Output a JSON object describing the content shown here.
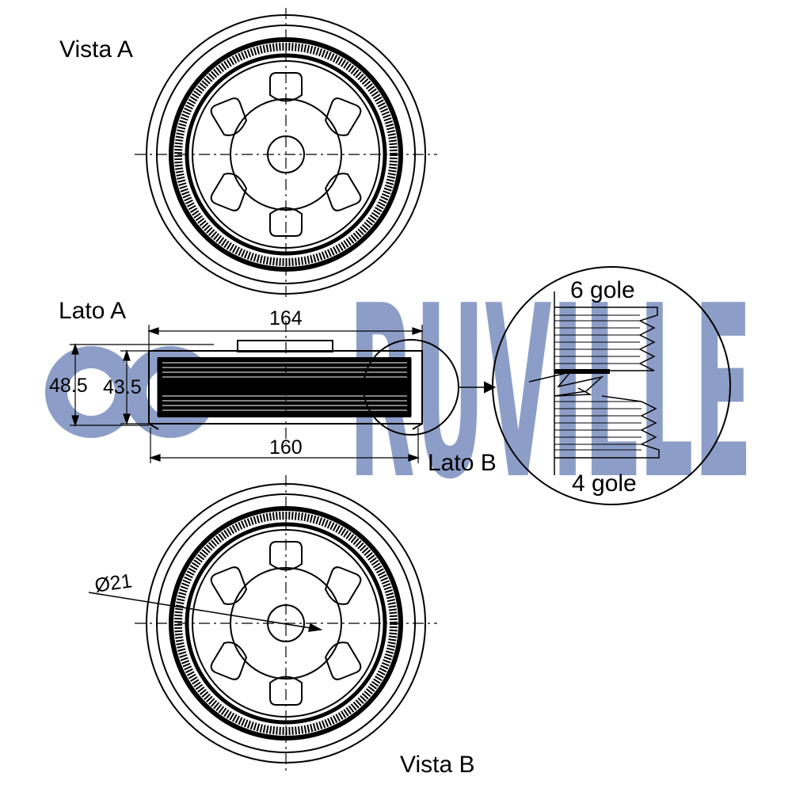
{
  "labels": {
    "vista_a": "Vista A",
    "vista_b": "Vista B",
    "lato_a": "Lato A",
    "lato_b": "Lato B",
    "gole_top": "6 gole",
    "gole_bottom": "4 gole"
  },
  "dimensions": {
    "overall_width": "164",
    "ribbed_width": "160",
    "outer_diameter": "48.5",
    "inner_diameter": "43.5",
    "bore_diameter": "Ø21"
  },
  "watermark": {
    "brand": "RUVILLE",
    "color": "#2f4f9a"
  },
  "colors": {
    "line": "#000000",
    "background": "#ffffff"
  }
}
